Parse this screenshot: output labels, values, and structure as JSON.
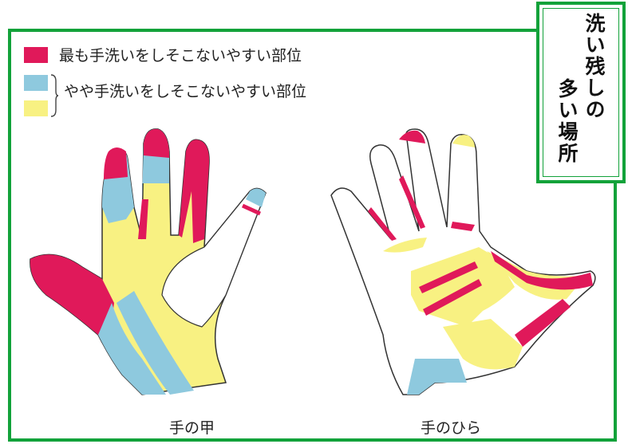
{
  "title": {
    "col1": "洗い残しの",
    "col2": "多い場所"
  },
  "legend": {
    "most": {
      "label": "最も手洗いをしそこないやすい部位",
      "color": "#e0195a"
    },
    "somewhat": {
      "label": "やや手洗いをしそこないやすい部位",
      "colors": [
        "#8ec9de",
        "#f8f182"
      ]
    }
  },
  "hands": {
    "back": {
      "label": "手の甲"
    },
    "palm": {
      "label": "手のひら"
    }
  },
  "colors": {
    "frame": "#12a23a",
    "red": "#e0195a",
    "blue": "#8ec9de",
    "yellow": "#f8f182"
  }
}
